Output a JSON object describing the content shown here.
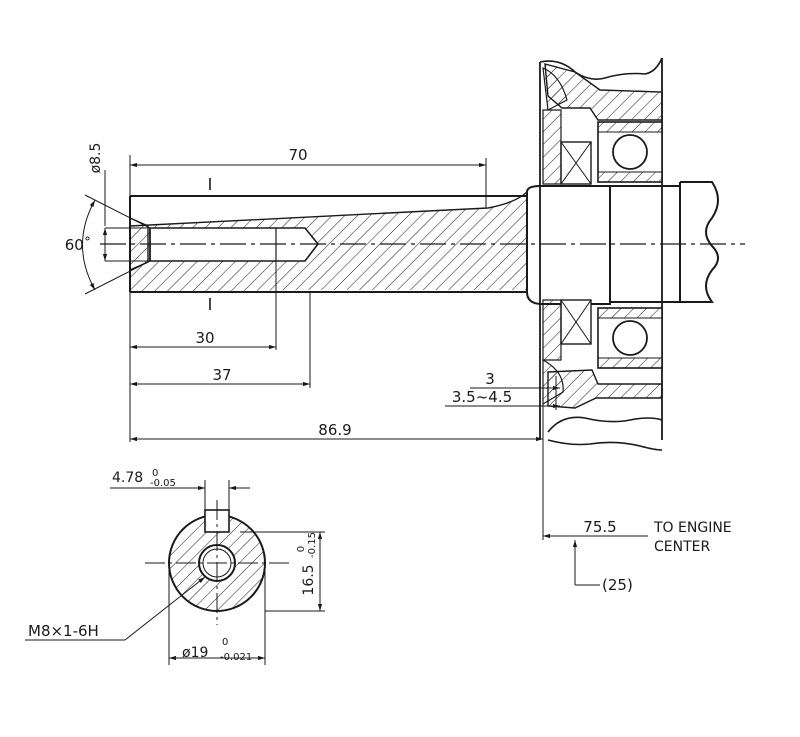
{
  "dimensions": {
    "shaft_diameter": "ø8.5",
    "center_angle": "60˚",
    "thread_length": "70",
    "bore_depth_30": "30",
    "bore_depth_37": "37",
    "overall_length": "86.9",
    "offset_3": "3",
    "offset_range": "3.5~4.5",
    "key_width": "4.78",
    "key_width_tol_upper": "0",
    "key_width_tol_lower": "-0.05",
    "key_depth": "16.5",
    "key_depth_tol_upper": "0",
    "key_depth_tol_lower": "-0.15",
    "shaft_dia_19": "ø19",
    "shaft_dia_19_tol_upper": "0",
    "shaft_dia_19_tol_lower": "-0.021",
    "thread_spec": "M8×1-6H",
    "engine_center_dist": "75.5",
    "engine_center_label_1": "TO ENGINE",
    "engine_center_label_2": "CENTER",
    "engine_center_ref": "(25)"
  },
  "colors": {
    "line": "#1a1a1a",
    "background": "#ffffff"
  }
}
